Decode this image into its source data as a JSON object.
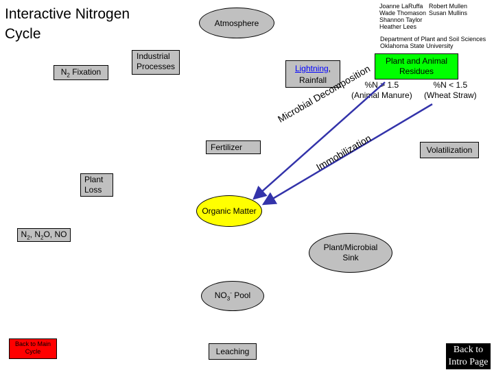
{
  "title_line1": "Interactive Nitrogen",
  "title_line2": "Cycle",
  "authors_col1": [
    "Joanne LaRuffa",
    "Wade Thomason",
    "Shannon Taylor",
    "Heather Lees"
  ],
  "authors_col2": [
    "Robert Mullen",
    "Susan Mullins"
  ],
  "dept_line1": "Department of Plant and Soil Sciences",
  "dept_line2": "Oklahoma State University",
  "atmosphere": "Atmosphere",
  "industrial_line1": "Industrial",
  "industrial_line2": "Processes",
  "n2_fixation_sym": "N",
  "n2_fixation_sub": "2",
  "n2_fixation_rest": " Fixation",
  "lightning": "Lightning",
  "lightning_comma": ",",
  "rainfall": "Rainfall",
  "plant_animal_line1": "Plant and Animal",
  "plant_animal_line2": "Residues",
  "pct_left_line1": "%N > 1.5",
  "pct_left_line2": "(Animal Manure)",
  "pct_right_line1": "%N < 1.5",
  "pct_right_line2": "(Wheat Straw)",
  "fertilizer": "Fertilizer",
  "volatilization": "Volatilization",
  "microbial_decomposition": "Microbial Decomposition",
  "immobilization": "Immobilization",
  "plant_loss_line1": "Plant",
  "plant_loss_line2": "Loss",
  "organic_matter": "Organic Matter",
  "gases": {
    "p1": "N",
    "s1": "2",
    "p2": ", N",
    "s2": "2",
    "p3": "O, NO"
  },
  "sink_line1": "Plant/Microbial",
  "sink_line2": "Sink",
  "no3_sym": "NO",
  "no3_sub": "3",
  "no3_sup": "-",
  "no3_rest": " Pool",
  "leaching": "Leaching",
  "back_main_line1": "Back to Main",
  "back_main_line2": "Cycle",
  "back_intro_line1": "Back to",
  "back_intro_line2": "Intro Page",
  "colors": {
    "gray": "#c0c0c0",
    "organic_yellow": "#ffff00",
    "arrow_blue": "#3333aa",
    "plant_animal_green": "#00ff00",
    "back_red": "#ff0000"
  }
}
